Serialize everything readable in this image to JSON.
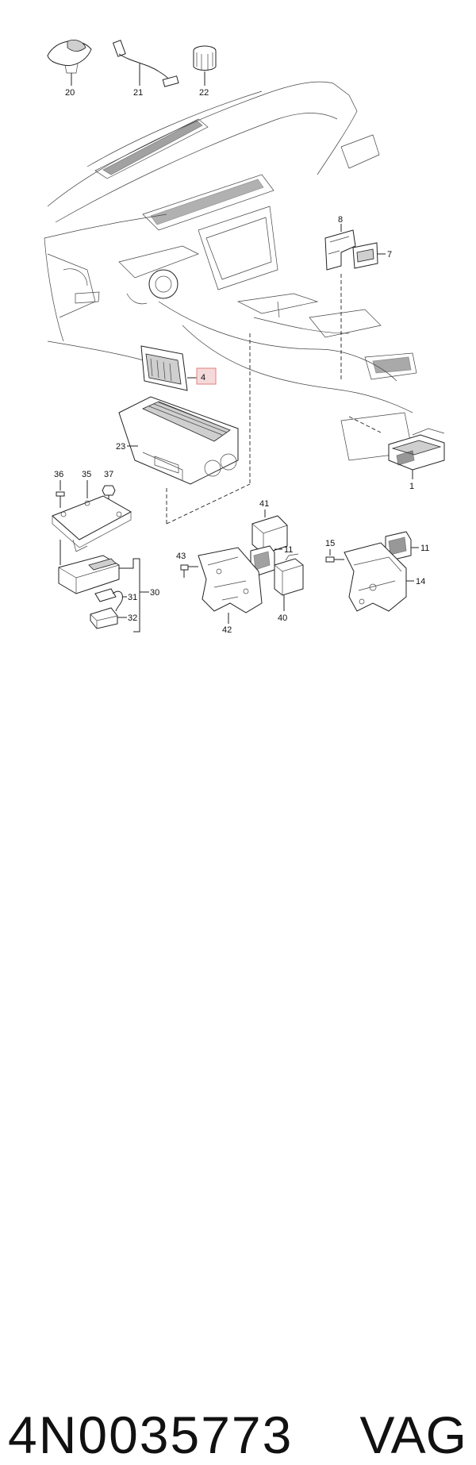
{
  "callouts": {
    "c20": "20",
    "c21": "21",
    "c22": "22",
    "c8": "8",
    "c7": "7",
    "c4": "4",
    "c23": "23",
    "c1": "1",
    "c36": "36",
    "c35": "35",
    "c37": "37",
    "c30": "30",
    "c31": "31",
    "c32": "32",
    "c41": "41",
    "c43": "43",
    "c11a": "11",
    "c42": "42",
    "c40": "40",
    "c15": "15",
    "c11b": "11",
    "c14": "14"
  },
  "highlight_color": "#e58080",
  "footer": {
    "part_number": "4N0035773",
    "maker": "VAG"
  }
}
